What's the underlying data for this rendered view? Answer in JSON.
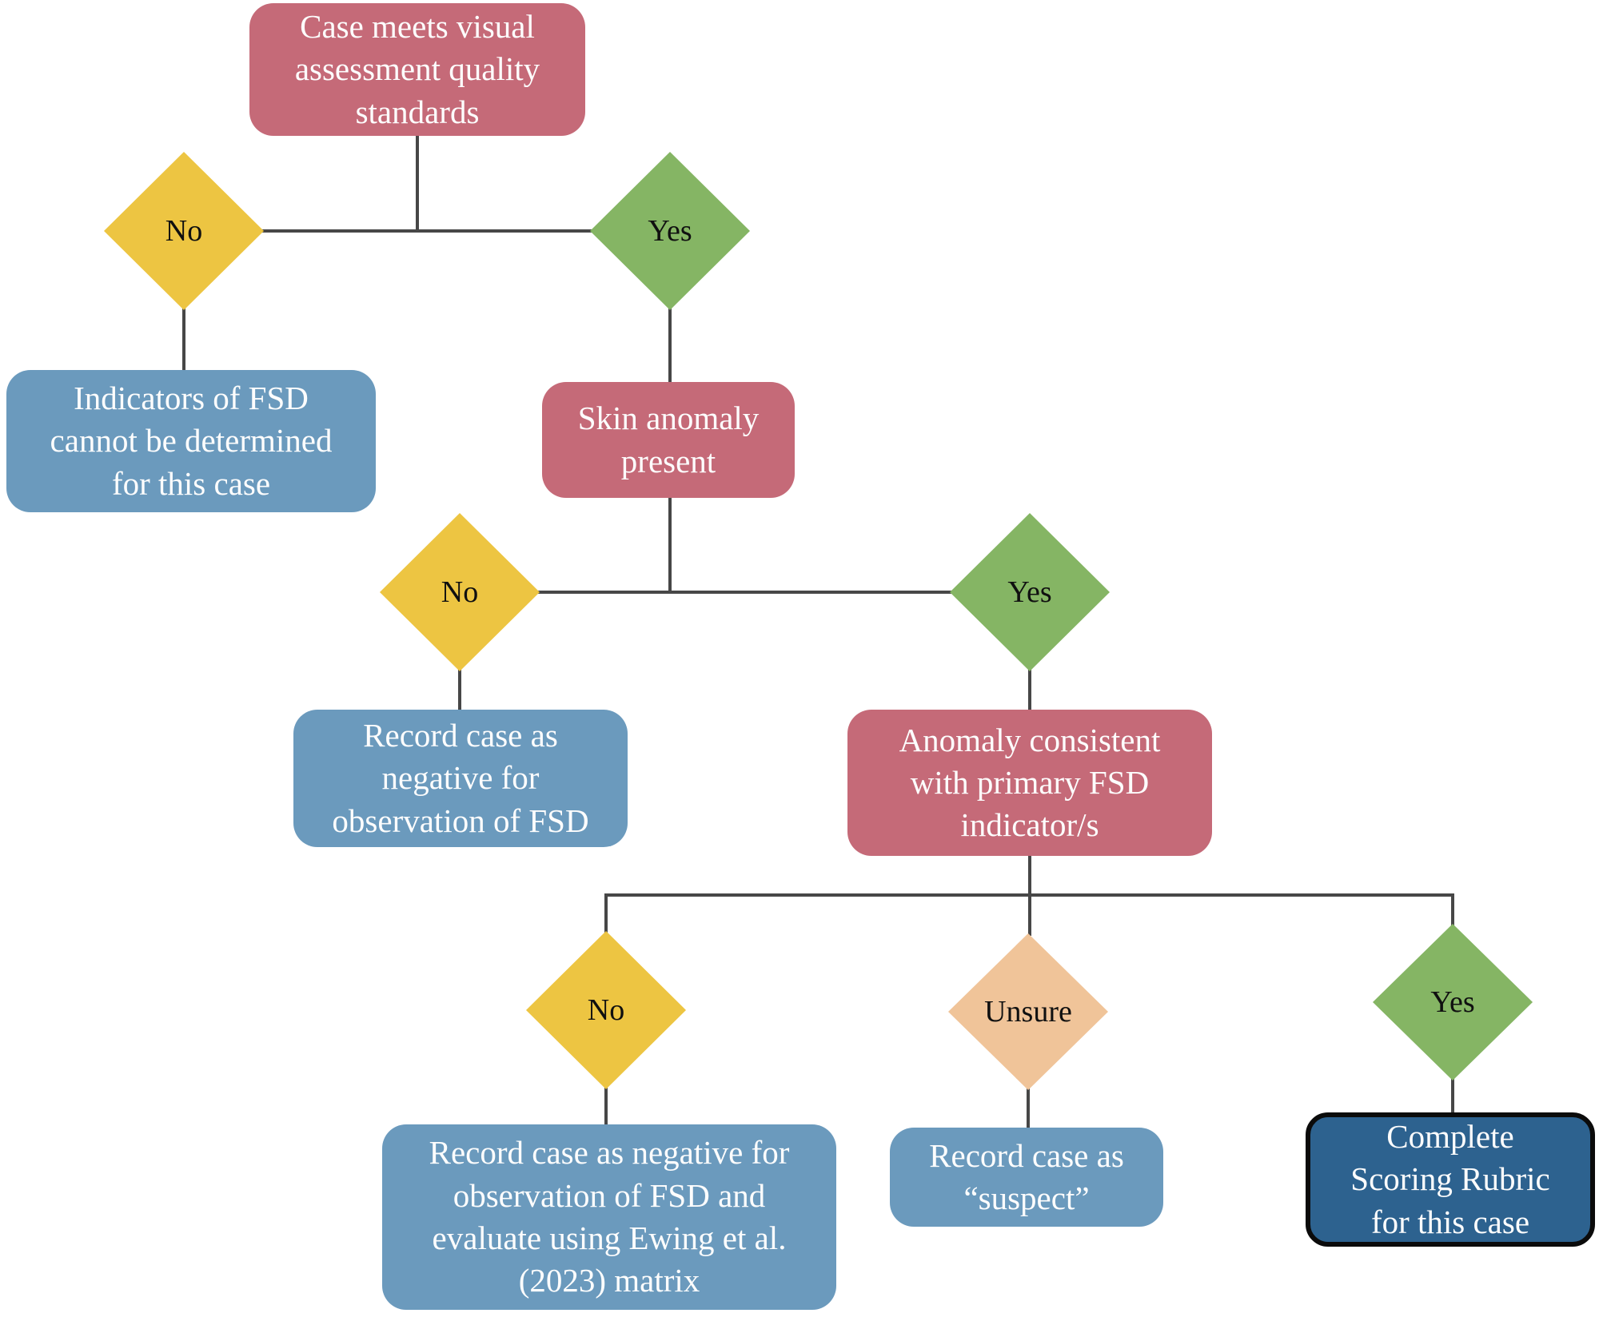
{
  "colors": {
    "process-pink": "#c56a78",
    "outcome-blue": "#6b9abd",
    "terminal-blue": "#2d628f",
    "decision-yellow": "#edc542",
    "decision-green": "#85b564",
    "decision-peach": "#f0c499",
    "connector-gray": "#474747"
  },
  "nodes": {
    "quality": {
      "label": "Case meets visual\nassessment quality\nstandards"
    },
    "no1": {
      "label": "No"
    },
    "yes1": {
      "label": "Yes"
    },
    "indicators": {
      "label": "Indicators of FSD\ncannot be determined\nfor this case"
    },
    "skin": {
      "label": "Skin anomaly\npresent"
    },
    "no2": {
      "label": "No"
    },
    "yes2": {
      "label": "Yes"
    },
    "record_negative": {
      "label": "Record case as\nnegative for\nobservation of FSD"
    },
    "anomaly": {
      "label": "Anomaly consistent\nwith primary FSD\nindicator/s"
    },
    "no3": {
      "label": "No"
    },
    "unsure": {
      "label": "Unsure"
    },
    "yes3": {
      "label": "Yes"
    },
    "record_negative_ewing": {
      "label": "Record case as negative for\nobservation of FSD and\nevaluate using Ewing et al.\n(2023) matrix"
    },
    "record_suspect": {
      "label": "Record case as\n“suspect”"
    },
    "complete_rubric": {
      "label": "Complete\nScoring Rubric\nfor this case"
    }
  }
}
